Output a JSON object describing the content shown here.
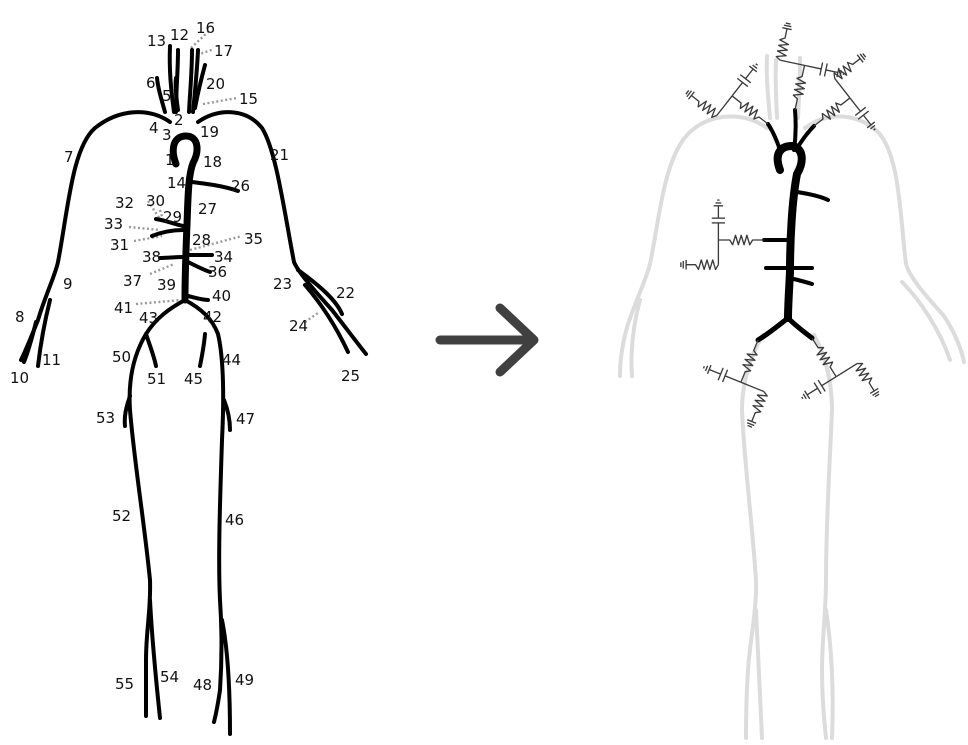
{
  "segment_labels": [
    {
      "id": "1",
      "text": "1"
    },
    {
      "id": "2",
      "text": "2"
    },
    {
      "id": "3",
      "text": "3"
    },
    {
      "id": "4",
      "text": "4"
    },
    {
      "id": "5",
      "text": "5"
    },
    {
      "id": "6",
      "text": "6"
    },
    {
      "id": "7",
      "text": "7"
    },
    {
      "id": "8",
      "text": "8"
    },
    {
      "id": "9",
      "text": "9"
    },
    {
      "id": "10",
      "text": "10"
    },
    {
      "id": "11",
      "text": "11"
    },
    {
      "id": "12",
      "text": "12"
    },
    {
      "id": "13",
      "text": "13"
    },
    {
      "id": "14",
      "text": "14"
    },
    {
      "id": "15",
      "text": "15"
    },
    {
      "id": "16",
      "text": "16"
    },
    {
      "id": "17",
      "text": "17"
    },
    {
      "id": "18",
      "text": "18"
    },
    {
      "id": "19",
      "text": "19"
    },
    {
      "id": "20",
      "text": "20"
    },
    {
      "id": "21",
      "text": "21"
    },
    {
      "id": "22",
      "text": "22"
    },
    {
      "id": "23",
      "text": "23"
    },
    {
      "id": "24",
      "text": "24"
    },
    {
      "id": "25",
      "text": "25"
    },
    {
      "id": "26",
      "text": "26"
    },
    {
      "id": "27",
      "text": "27"
    },
    {
      "id": "28",
      "text": "28"
    },
    {
      "id": "29",
      "text": "29"
    },
    {
      "id": "30",
      "text": "30"
    },
    {
      "id": "31",
      "text": "31"
    },
    {
      "id": "32",
      "text": "32"
    },
    {
      "id": "33",
      "text": "33"
    },
    {
      "id": "34",
      "text": "34"
    },
    {
      "id": "35",
      "text": "35"
    },
    {
      "id": "36",
      "text": "36"
    },
    {
      "id": "37",
      "text": "37"
    },
    {
      "id": "38",
      "text": "38"
    },
    {
      "id": "39",
      "text": "39"
    },
    {
      "id": "40",
      "text": "40"
    },
    {
      "id": "41",
      "text": "41"
    },
    {
      "id": "42",
      "text": "42"
    },
    {
      "id": "43",
      "text": "43"
    },
    {
      "id": "44",
      "text": "44"
    },
    {
      "id": "45",
      "text": "45"
    },
    {
      "id": "46",
      "text": "46"
    },
    {
      "id": "47",
      "text": "47"
    },
    {
      "id": "48",
      "text": "48"
    },
    {
      "id": "49",
      "text": "49"
    },
    {
      "id": "50",
      "text": "50"
    },
    {
      "id": "51",
      "text": "51"
    },
    {
      "id": "52",
      "text": "52"
    },
    {
      "id": "53",
      "text": "53"
    },
    {
      "id": "54",
      "text": "54"
    },
    {
      "id": "55",
      "text": "55"
    }
  ],
  "colors": {
    "vessel": "#000000",
    "faded_vessel": "#dcdcdc",
    "leader": "#9a9a9a",
    "arrow": "#404040",
    "circuit": "#3a3a3a"
  },
  "icons": {
    "transform_arrow": "right-arrow-icon",
    "windkessel": "windkessel-circuit-icon"
  }
}
